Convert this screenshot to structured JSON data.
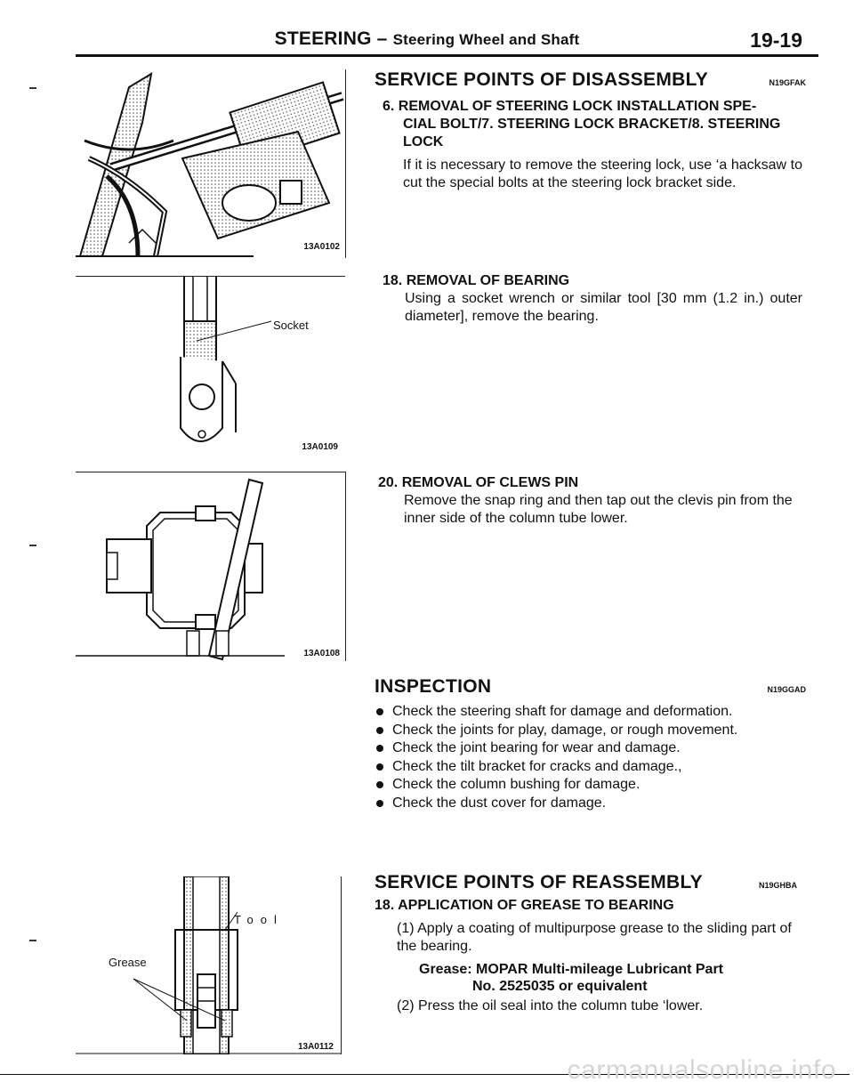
{
  "header": {
    "chapter": "STEERING",
    "separator": " – ",
    "subtitle": "Steering Wheel and Shaft",
    "page_number": "19-19"
  },
  "figures": {
    "fig1": {
      "code": "13A0102"
    },
    "fig2": {
      "code": "13A0109",
      "label": "Socket"
    },
    "fig3": {
      "code": "13A0108"
    },
    "fig4": {
      "code": "13A0112",
      "label_tool": "Tool",
      "label_grease": "Grease"
    }
  },
  "disassembly": {
    "title": "SERVICE POINTS OF DISASSEMBLY",
    "code": "N19GFAK",
    "step6": {
      "title_line1": "6. REMOVAL OF STEERING LOCK INSTALLATION SPE-",
      "title_line2": "CIAL BOLT/7. STEERING LOCK BRACKET/8. STEERING",
      "title_line3": "LOCK",
      "text": "If it is necessary to remove the steering lock, use ‘a hacksaw to cut the special bolts at the steering lock bracket side."
    },
    "step18": {
      "title": "18. REMOVAL OF BEARING",
      "text": "Using a socket wrench or similar tool [30 mm (1.2 in.) outer diameter], remove the bearing."
    },
    "step20": {
      "title": "20. REMOVAL OF CLEWS PIN",
      "text": "Remove the snap ring and then tap out the clevis pin from the inner side of the column tube lower."
    }
  },
  "inspection": {
    "title": "INSPECTION",
    "code": "N19GGAD",
    "items": [
      "Check the steering shaft for damage and deformation.",
      "Check the joints for play, damage, or rough movement.",
      "Check the joint bearing for wear and damage.",
      "Check the tilt bracket for cracks and damage.,",
      "Check the column bushing for damage.",
      "Check the dust cover for damage."
    ]
  },
  "reassembly": {
    "title": "SERVICE POINTS OF REASSEMBLY",
    "code": "N19GHBA",
    "step18": {
      "title": "18. APPLICATION OF GREASE TO BEARING",
      "sub1": "(1) Apply a coating of multipurpose grease to the sliding part of the bearing.",
      "grease_line1": "Grease: MOPAR Multi-mileage Lubricant Part",
      "grease_line2": "No. 2525035 or equivalent",
      "sub2": "(2) Press the oil seal into the column tube ‘lower."
    }
  },
  "watermark": "carmanualsonline.info"
}
